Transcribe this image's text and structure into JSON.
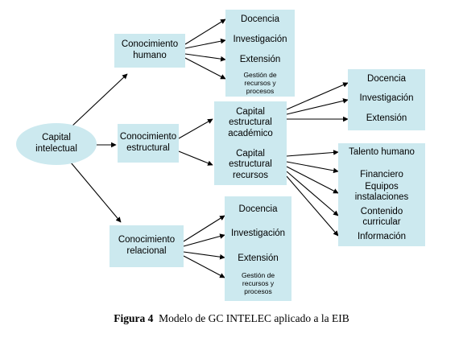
{
  "root": "Capital\nintelectual",
  "branches": {
    "human": {
      "label": "Conocimiento\nhumano",
      "items": [
        "Docencia",
        "Investigación",
        "Extensión",
        "Gestión de\nrecursos y\nprocesos"
      ]
    },
    "structural": {
      "label": "Conocimiento\nestructural",
      "academic": {
        "label": "Capital\nestructural\nacadémico",
        "items": [
          "Docencia",
          "Investigación",
          "Extensión"
        ]
      },
      "resources": {
        "label": "Capital\nestructural\nrecursos",
        "items": [
          "Talento humano",
          "Financiero",
          "Equipos\ninstalaciones",
          "Contenido\ncurricular",
          "Información"
        ]
      }
    },
    "relational": {
      "label": "Conocimiento\nrelacional",
      "items": [
        "Docencia",
        "Investigación",
        "Extensión",
        "Gestión de\nrecursos y\nprocesos"
      ]
    }
  },
  "caption": {
    "label": "Figura 4",
    "text": "Modelo de GC INTELEC aplicado a la EIB"
  }
}
